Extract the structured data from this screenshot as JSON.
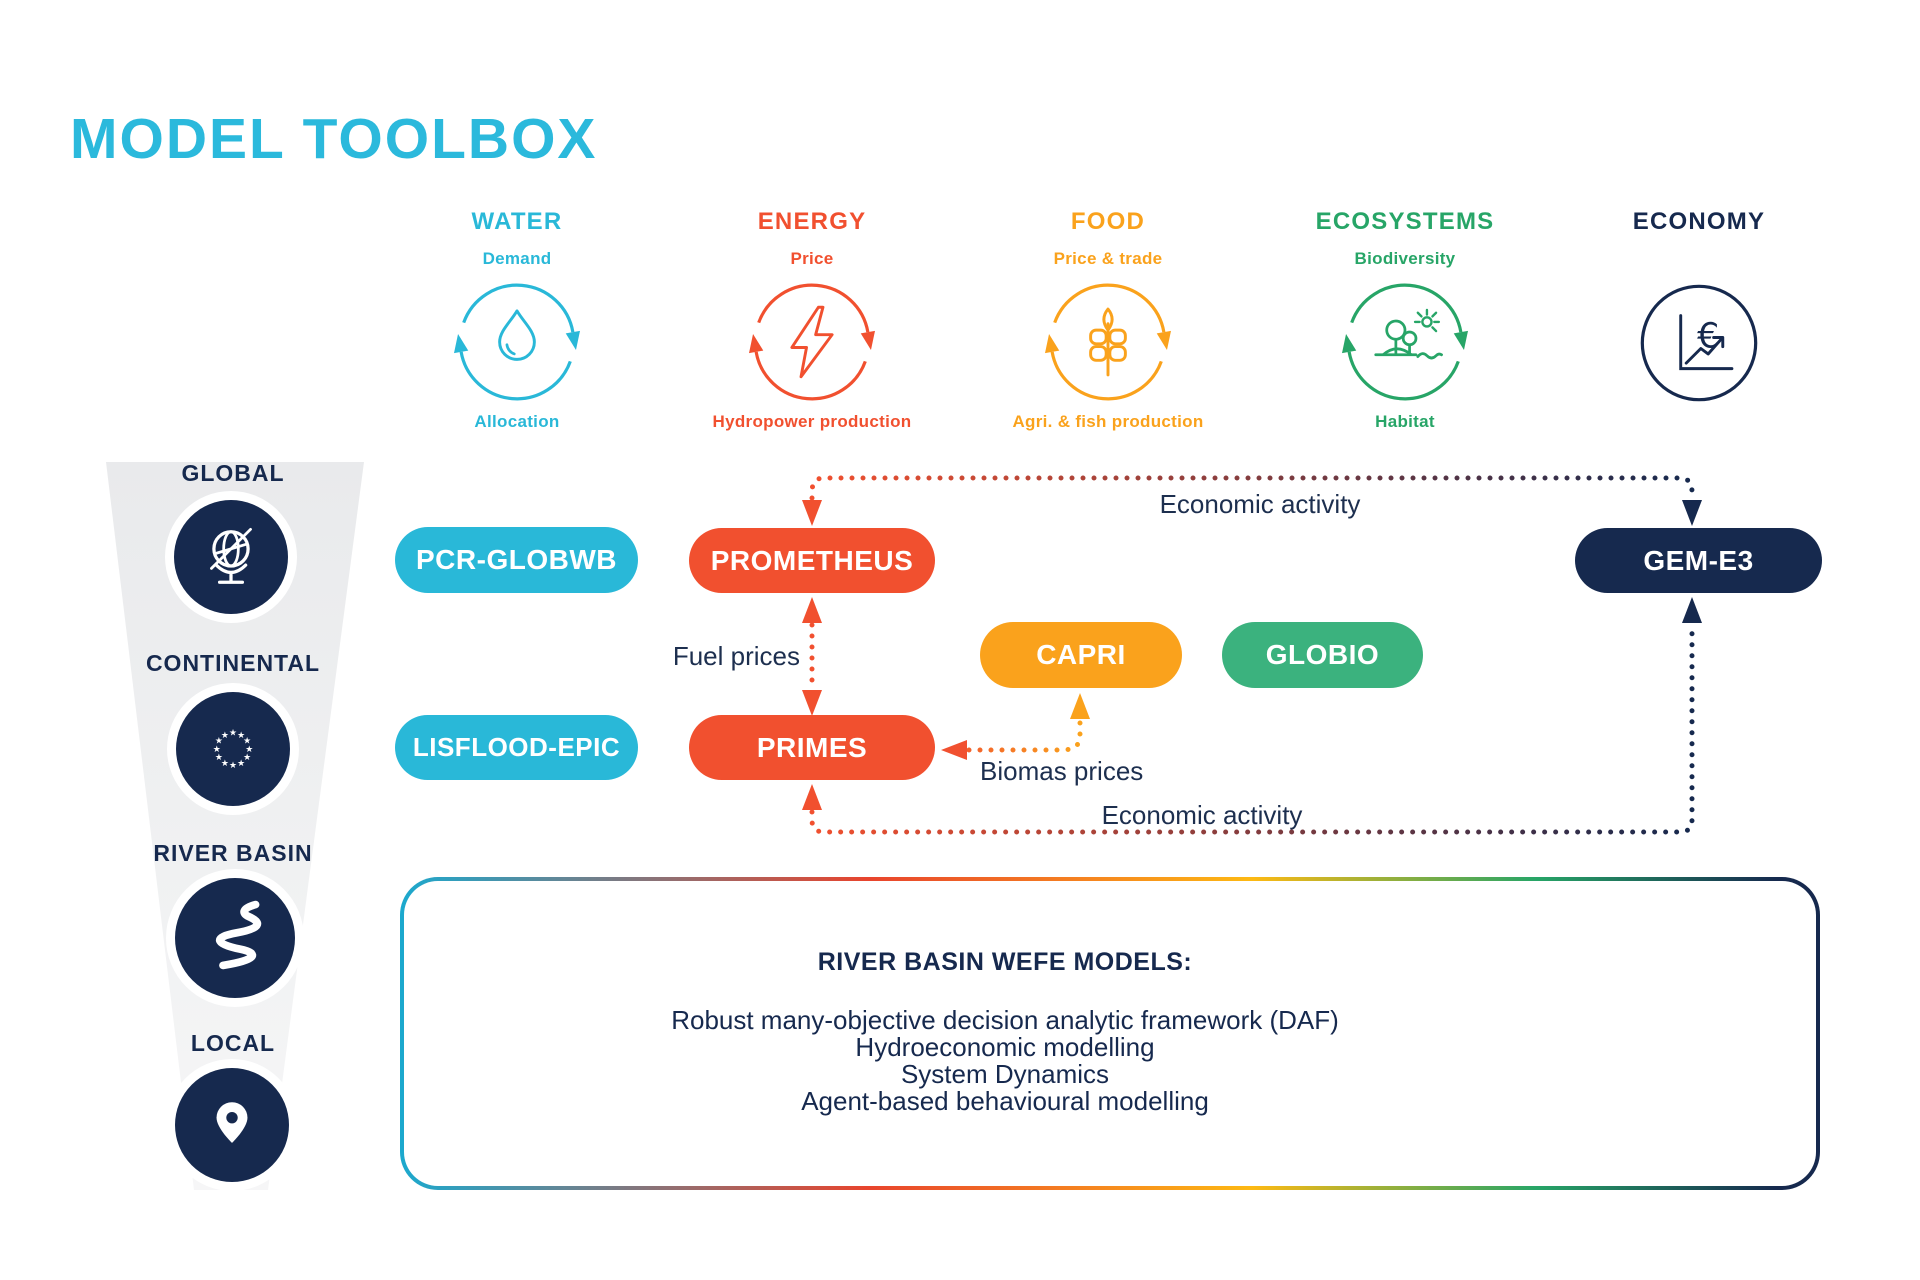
{
  "title": "MODEL TOOLBOX",
  "colors": {
    "water": "#29b8d8",
    "energy": "#f1502f",
    "food": "#faa21c",
    "ecosystems": "#27a567",
    "economy": "#16294e",
    "globio": "#3bb27e",
    "title": "#2bb9dc"
  },
  "sectors": [
    {
      "label": "WATER",
      "top_label": "Demand",
      "bottom_label": "Allocation",
      "color": "#29b8d8",
      "icon": "water-drop-icon"
    },
    {
      "label": "ENERGY",
      "top_label": "Price",
      "bottom_label": "Hydropower production",
      "color": "#f1502f",
      "icon": "lightning-bolt-icon"
    },
    {
      "label": "FOOD",
      "top_label": "Price & trade",
      "bottom_label": "Agri. & fish production",
      "color": "#faa21c",
      "icon": "wheat-icon"
    },
    {
      "label": "ECOSYSTEMS",
      "top_label": "Biodiversity",
      "bottom_label": "Habitat",
      "color": "#27a567",
      "icon": "landscape-icon"
    },
    {
      "label": "ECONOMY",
      "color": "#16294e",
      "icon": "euro-chart-icon"
    }
  ],
  "scales": [
    {
      "label": "GLOBAL",
      "icon": "globe-icon"
    },
    {
      "label": "CONTINENTAL",
      "icon": "eu-stars-icon"
    },
    {
      "label": "RIVER BASIN",
      "icon": "river-icon"
    },
    {
      "label": "LOCAL",
      "icon": "location-pin-icon"
    }
  ],
  "models": [
    {
      "label": "PCR-GLOBWB",
      "color": "#29b8d8"
    },
    {
      "label": "PROMETHEUS",
      "color": "#f1502f"
    },
    {
      "label": "GEM-E3",
      "color": "#16294e"
    },
    {
      "label": "CAPRI",
      "color": "#faa21c"
    },
    {
      "label": "GLOBIO",
      "color": "#3bb27e"
    },
    {
      "label": "LISFLOOD-EPIC",
      "color": "#29b8d8"
    },
    {
      "label": "PRIMES",
      "color": "#f1502f"
    }
  ],
  "flows": {
    "economic_activity_top": "Economic activity",
    "fuel_prices": "Fuel prices",
    "biomas_prices": "Biomas prices",
    "economic_activity_bottom": "Economic activity"
  },
  "river_basin_box": {
    "heading": "RIVER BASIN WEFE MODELS:",
    "items": [
      "Robust many-objective decision analytic framework (DAF)",
      "Hydroeconomic modelling",
      "System Dynamics",
      "Agent-based behavioural modelling"
    ]
  }
}
